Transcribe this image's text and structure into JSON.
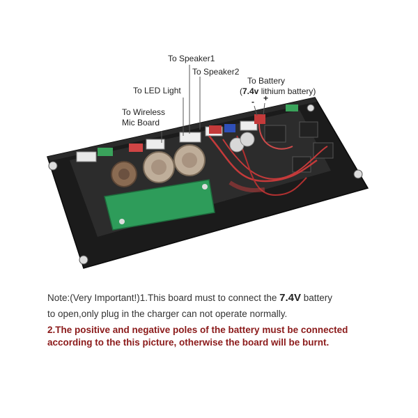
{
  "labels": {
    "speaker1": "To Speaker1",
    "speaker2": "To Speaker2",
    "led_light": "To LED Light",
    "battery_line1": "To Battery",
    "battery_voltage": "7.4v",
    "battery_suffix": " lithium battery)",
    "battery_prefix": "(",
    "wireless_line1": "To Wireless",
    "wireless_line2": "Mic Board",
    "minus_sign": "-",
    "plus_sign": "+"
  },
  "note": {
    "line1_prefix": "Note:(Very Important!)1.This board must to connect the ",
    "line1_voltage": "7.4V",
    "line1_suffix": " battery",
    "line2": "to open,only plug in the charger can not operate normally.",
    "warning_line1": "2.The positive and negative poles of the battery must be connected",
    "warning_line2": "according to the this picture, otherwise the board will be burnt."
  },
  "colors": {
    "board": "#1b1b1b",
    "pcb_green": "#2e9c5a",
    "wire_red": "#c43a3a",
    "warning_text": "#8b1a1a"
  }
}
